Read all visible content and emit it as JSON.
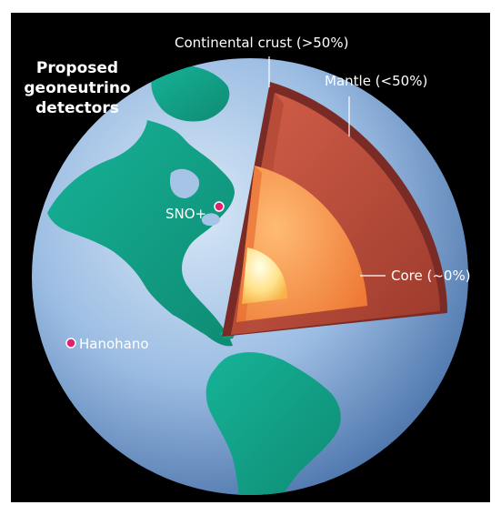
{
  "title_lines": [
    "Proposed",
    "geoneutrino",
    "detectors"
  ],
  "labels": {
    "crust": "Continental crust (>50%)",
    "mantle": "Mantle (<50%)",
    "core": "Core (~0%)",
    "sno": "SNO+",
    "hanohano": "Hanohano"
  },
  "colors": {
    "background": "#000000",
    "ocean": "#8fb3dc",
    "land": "#14a88c",
    "crust": "#7a2b25",
    "mantle": "#c9563f",
    "outer_core": "#f2893f",
    "inner_core": "#fff0b0",
    "detector_marker": "#e0216e"
  },
  "icons": [
    "detector-marker-icon"
  ]
}
